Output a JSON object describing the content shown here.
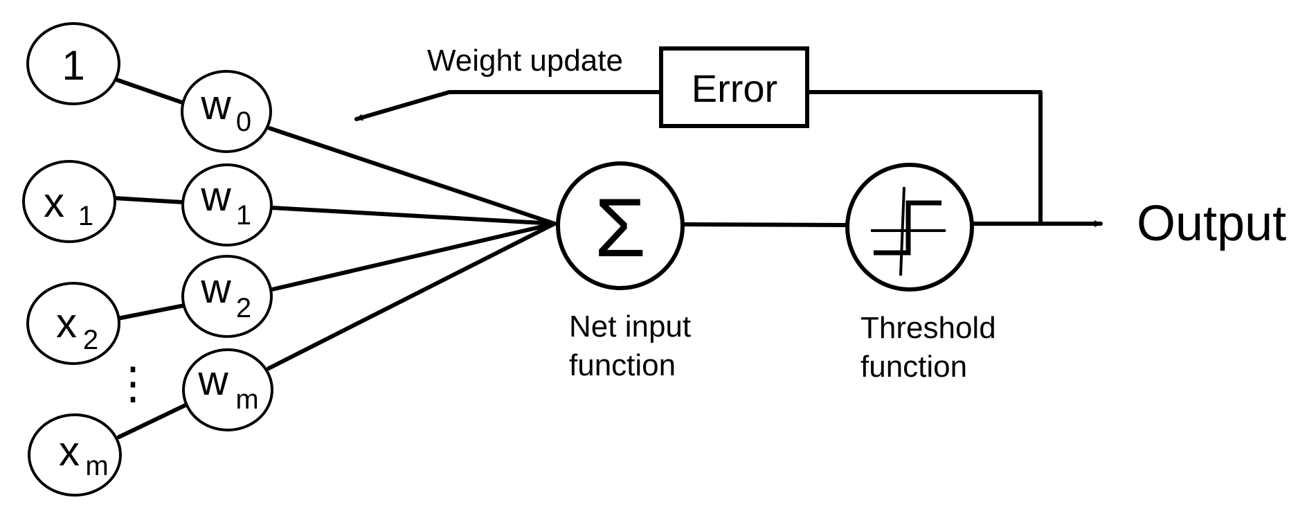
{
  "inputs": {
    "bias": {
      "label": "1"
    },
    "x1": {
      "base": "x",
      "sub": "1"
    },
    "x2": {
      "base": "x",
      "sub": "2"
    },
    "xm": {
      "base": "x",
      "sub": "m"
    },
    "ellipsis": "⋮"
  },
  "weights": {
    "w0": {
      "base": "w",
      "sub": "0"
    },
    "w1": {
      "base": "w",
      "sub": "1"
    },
    "w2": {
      "base": "w",
      "sub": "2"
    },
    "wm": {
      "base": "w",
      "sub": "m"
    }
  },
  "net_input": {
    "symbol": "Σ",
    "caption_line1": "Net input",
    "caption_line2": "function"
  },
  "threshold": {
    "caption_line1": "Threshold",
    "caption_line2": "function"
  },
  "error_box": {
    "label": "Error"
  },
  "weight_update": {
    "label": "Weight update"
  },
  "output": {
    "label": "Output"
  }
}
